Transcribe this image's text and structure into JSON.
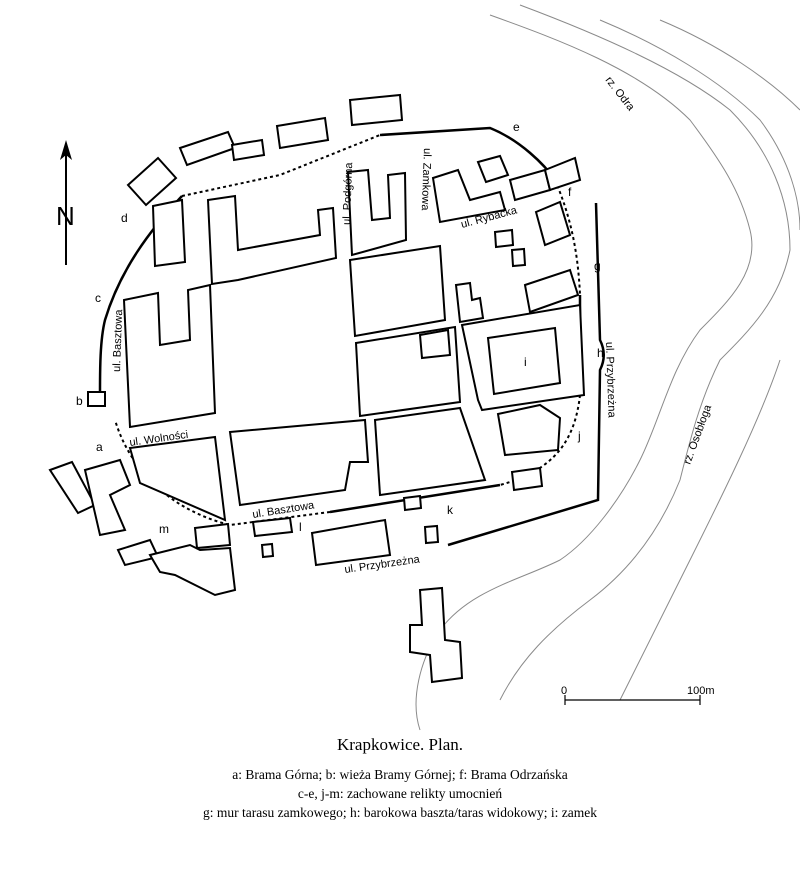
{
  "title": "Krapkowice. Plan.",
  "legend": [
    "a: Brama Górna; b: wieża Bramy Górnej; f: Brama Odrzańska",
    "c-e, j-m: zachowane relikty umocnień",
    "g: mur tarasu zamkowego; h: barokowa baszta/taras widokowy; i: zamek"
  ],
  "north": "N",
  "rivers": {
    "odra": "rz. Odra",
    "osoblog": "rz. Osobłoga"
  },
  "streets": {
    "basztowa_w": "ul. Basztowa",
    "basztowa_s": "ul. Basztowa",
    "wolnosci": "ul. Wolności",
    "podgorna": "ul. Podgórna",
    "zamkowa": "ul. Zamkowa",
    "rybacka": "ul. Rybacka",
    "przybrzezna_e": "ul. Przybrzeżna",
    "przybrzezna_s": "ul. Przybrzeżna"
  },
  "letters": {
    "a": "a",
    "b": "b",
    "c": "c",
    "d": "d",
    "e": "e",
    "f": "f",
    "g": "g",
    "h": "h",
    "i": "i",
    "j": "j",
    "k": "k",
    "l": "l",
    "m": "m"
  },
  "scale": {
    "start": "0",
    "end": "100m"
  }
}
